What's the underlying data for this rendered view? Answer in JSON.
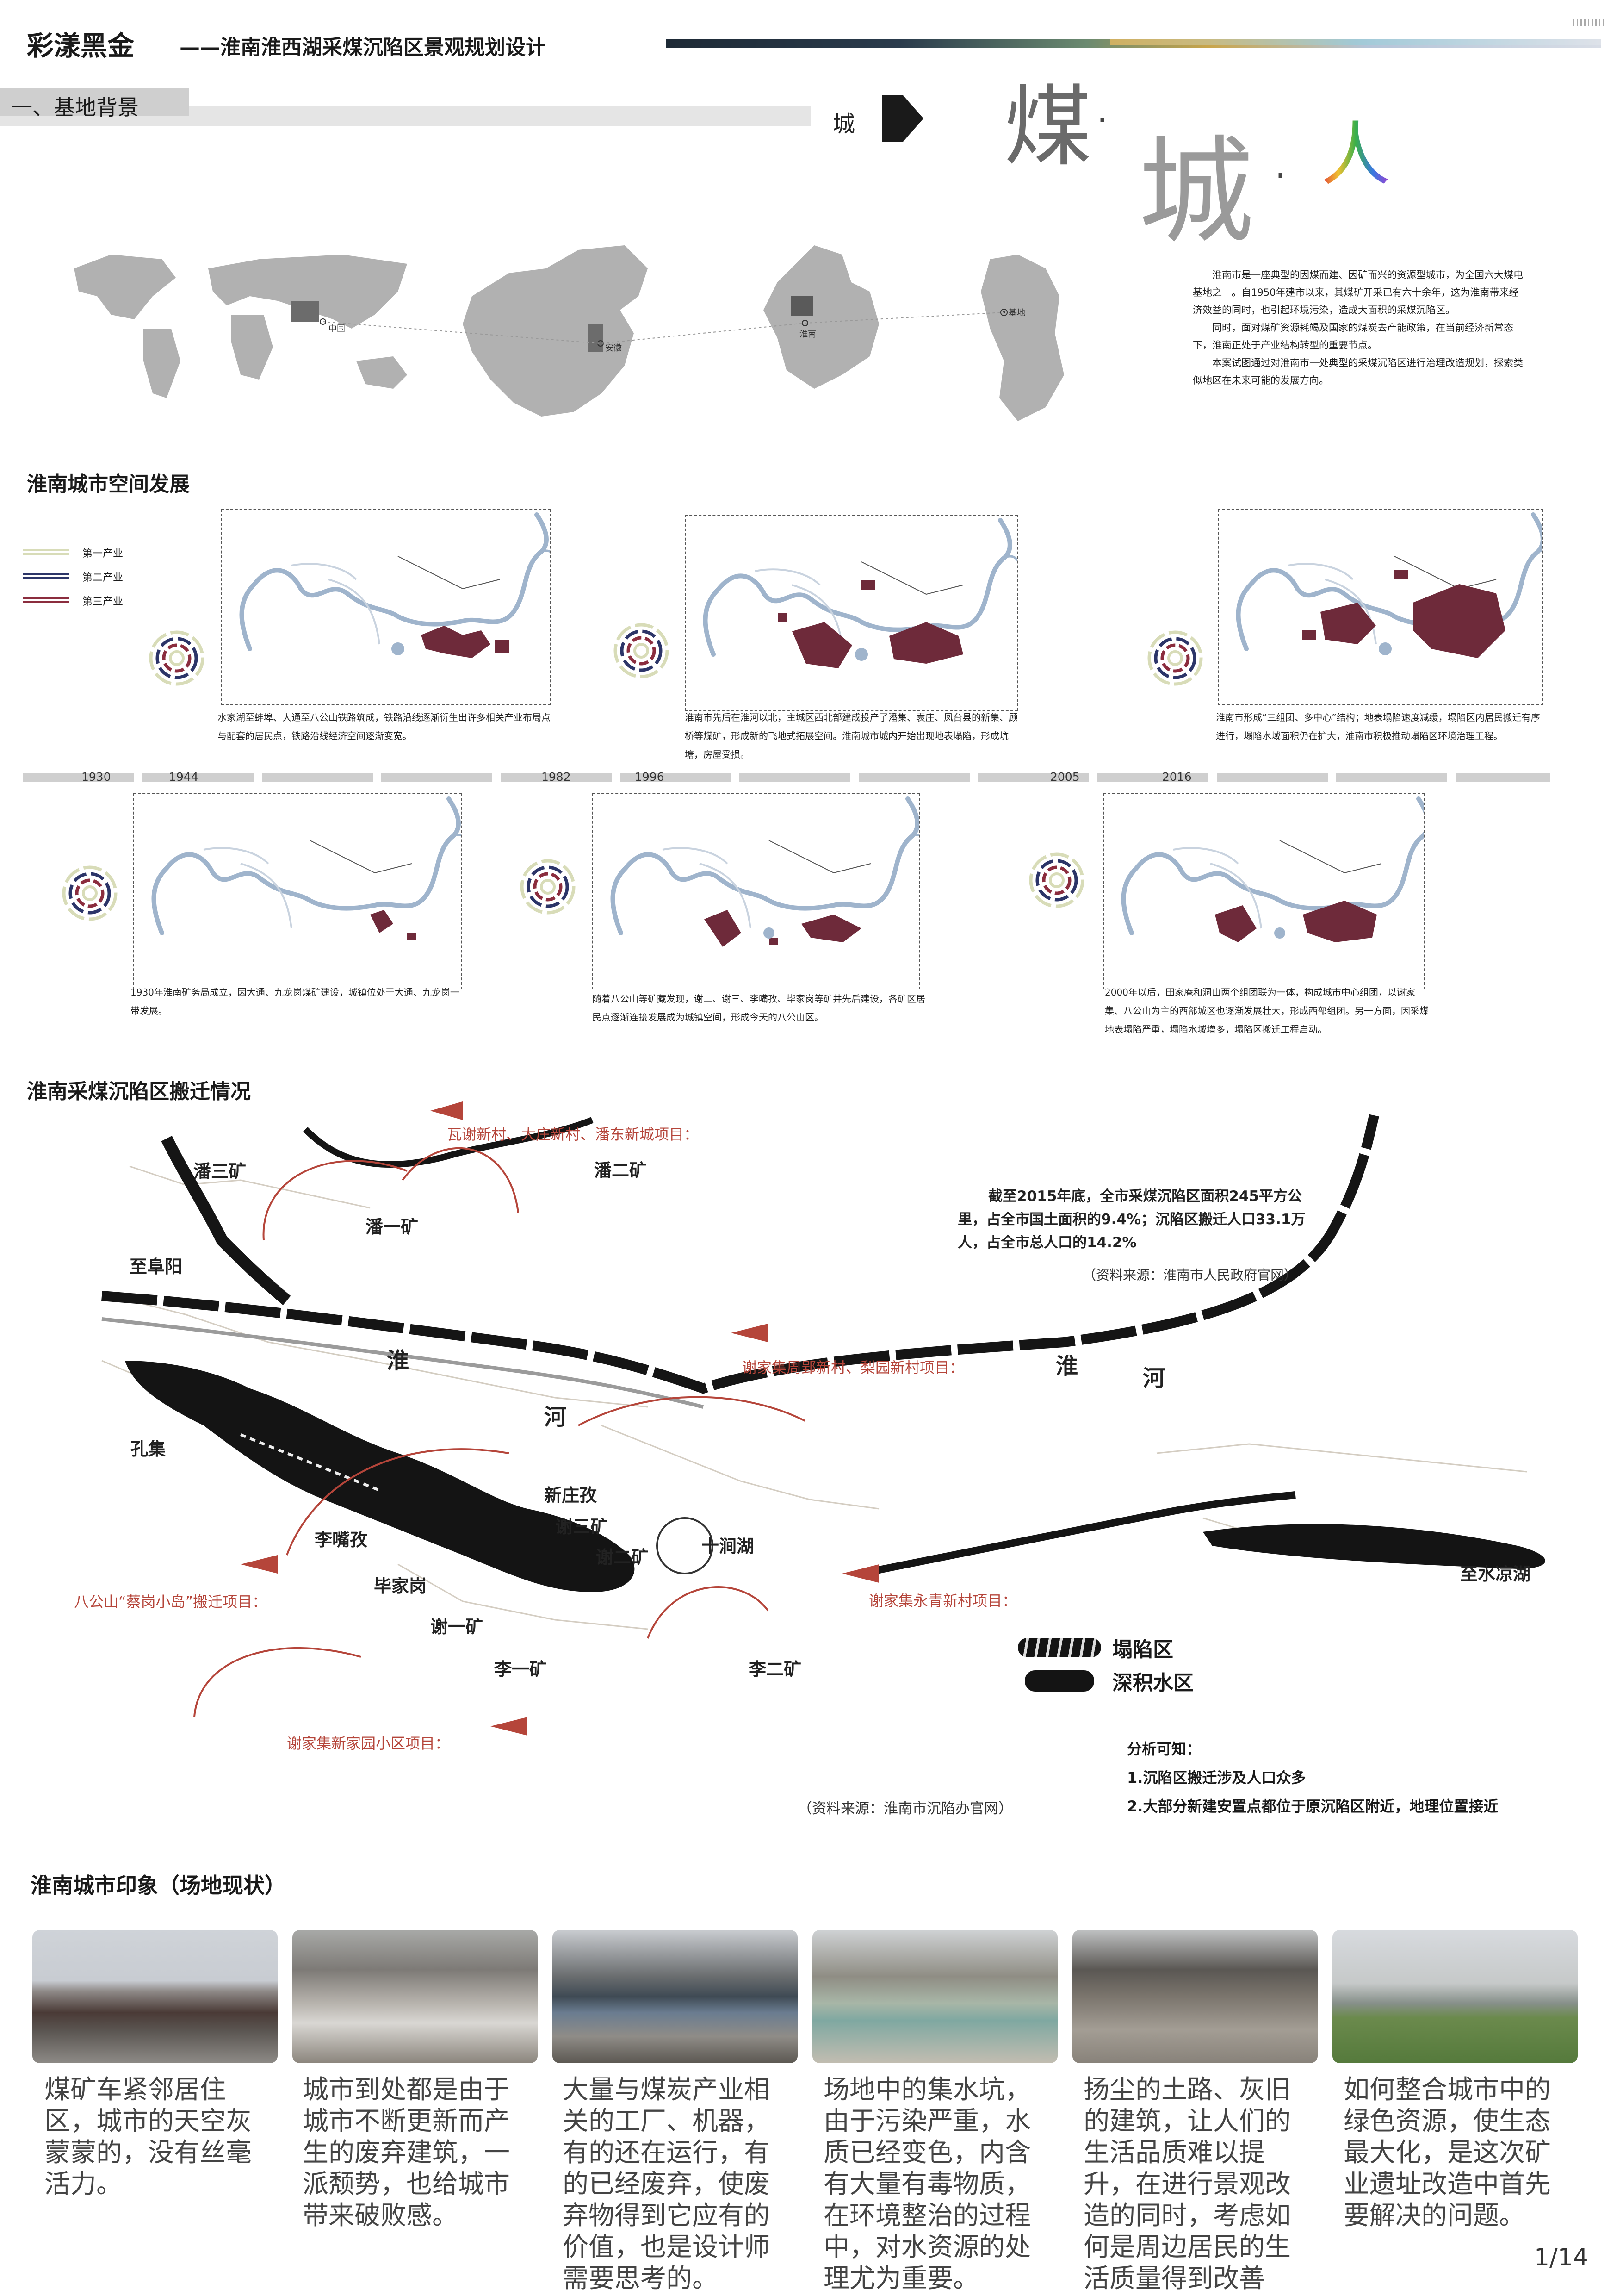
{
  "header": {
    "title": "彩漾黑金",
    "subtitle": "——淮南淮西湖采煤沉陷区景观规划设计",
    "section1": "一、基地背景",
    "city_label": "城",
    "big_chars": [
      "煤",
      "·",
      "城",
      "·",
      "人"
    ],
    "page_number": "1/14"
  },
  "location": {
    "china_label": "中国",
    "anhui_label": "安徽",
    "huainan_label": "淮南",
    "site_label": "基地",
    "intro_paragraphs": [
      "淮南市是一座典型的因煤而建、因矿而兴的资源型城市，为全国六大煤电基地之一。自1950年建市以来，其煤矿开采已有六十余年，这为淮南带来经济效益的同时，也引起环境污染，造成大面积的采煤沉陷区。",
      "同时，面对煤矿资源耗竭及国家的煤炭去产能政策，在当前经济新常态下，淮南正处于产业结构转型的重要节点。",
      "本案试图通过对淮南市一处典型的采煤沉陷区进行治理改造规划，探索类似地区在未来可能的发展方向。"
    ]
  },
  "development": {
    "heading": "淮南城市空间发展",
    "legend": [
      {
        "label": "第一产业",
        "color": "#d8dcb8"
      },
      {
        "label": "第二产业",
        "color": "#2c3568"
      },
      {
        "label": "第三产业",
        "color": "#8b2d3e"
      }
    ],
    "years": [
      "1930",
      "1944",
      "1982",
      "1996",
      "2005",
      "2016"
    ],
    "texts": {
      "y1944": "水家湖至蚌埠、大通至八公山铁路筑成，铁路沿线逐渐衍生出许多相关产业布局点与配套的居民点，铁路沿线经济空间逐渐变宽。",
      "y1996": "淮南市先后在淮河以北，主城区西北部建成投产了潘集、袁庄、凤台县的新集、顾桥等煤矿，形成新的飞地式拓展空间。淮南城市城内开始出现地表塌陷，形成坑塘，房屋受损。",
      "y2016": "淮南市形成“三组团、多中心”结构；地表塌陷速度减缓，塌陷区内居民搬迁有序进行，塌陷水域面积仍在扩大，淮南市积极推动塌陷区环境治理工程。",
      "y1930": "1930年淮南矿务局成立，因大通、九龙岗煤矿建设，城镇位处于大通、九龙岗一带发展。",
      "y1982": "随着八公山等矿藏发现，谢二、谢三、李嘴孜、毕家岗等矿井先后建设，各矿区居民点逐渐连接发展成为城镇空间，形成今天的八公山区。",
      "y2005": "2000年以后，田家庵和洞山两个组团联为一体，构成城市中心组团，以谢家集、八公山为主的西部城区也逐渐发展壮大，形成西部组团。另一方面，因采煤地表塌陷严重，塌陷水域增多，塌陷区搬迁工程启动。"
    }
  },
  "relocation": {
    "heading": "淮南采煤沉陷区搬迁情况",
    "projects": [
      "瓦谢新村、大庄新村、潘东新城项目：",
      "谢家集周郢新村、梨园新村项目：",
      "八公山“蔡岗小岛”搬迁项目：",
      "谢家集永青新村项目：",
      "谢家集新家园小区项目："
    ],
    "places": [
      "潘三矿",
      "潘二矿",
      "潘一矿",
      "至阜阳",
      "淮",
      "河",
      "淮",
      "河",
      "孔集",
      "新庄孜",
      "谢三矿",
      "谢二矿",
      "十涧湖",
      "李嘴孜",
      "毕家岗",
      "谢一矿",
      "李一矿",
      "李二矿",
      "至水凉湖"
    ],
    "stat_lines": [
      "截至2015年底，全市采煤沉陷区面积245平方公",
      "里，占全市国土面积的9.4%；沉陷区搬迁人口33.1万",
      "人，占全市总人口的14.2%"
    ],
    "stat_source": "（资料来源：淮南市人民政府官网）",
    "legend_collapse": "塌陷区",
    "legend_water": "深积水区",
    "analysis_title": "分析可知：",
    "analysis_items": [
      "1.沉陷区搬迁涉及人口众多",
      "2.大部分新建安置点都位于原沉陷区附近，地理位置接近"
    ],
    "map_source": "（资料来源：淮南市沉陷办官网）"
  },
  "impression": {
    "heading": "淮南城市印象（场地现状）",
    "captions": [
      "煤矿车紧邻居住区，城市的天空灰蒙蒙的，没有丝毫活力。",
      "城市到处都是由于城市不断更新而产生的废弃建筑，一派颓势，也给城市带来破败感。",
      "大量与煤炭产业相关的工厂、机器，有的还在运行，有的已经废弃，使废弃物得到它应有的价值，也是设计师需要思考的。",
      "场地中的集水坑，由于污染严重，水质已经变色，内含有大量有毒物质，在环境整治的过程中，对水资源的处理尤为重要。",
      "扬尘的土路、灰旧的建筑，让人们的生活品质难以提升，在进行景观改造的同时，考虑如何是周边居民的生活质量得到改善",
      "如何整合城市中的绿色资源，使生态最大化，是这次矿业遗址改造中首先要解决的问题。"
    ]
  },
  "colors": {
    "map_gray": "#a9a9a9",
    "river_blue": "#9fb4cc",
    "urban_maroon": "#6e2a3a",
    "project_red": "#b5453a"
  }
}
